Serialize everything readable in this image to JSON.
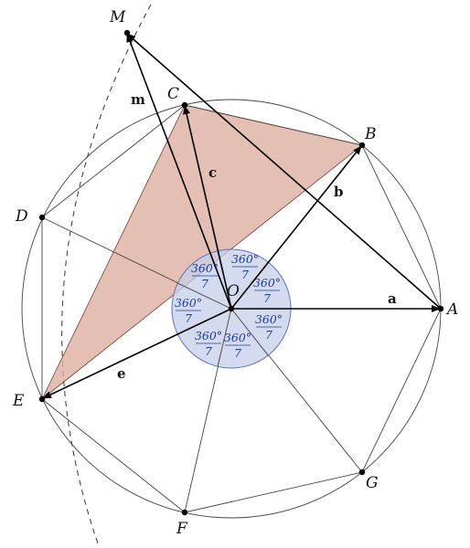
{
  "points": {
    "O": "O",
    "A": "A",
    "B": "B",
    "C": "C",
    "D": "D",
    "E": "E",
    "F": "F",
    "G": "G",
    "M": "M"
  },
  "vectors": {
    "a": "a",
    "b": "b",
    "c": "c",
    "e": "e",
    "m": "m"
  },
  "angle_label": {
    "numerator": "360°",
    "denominator": "7",
    "count": 7
  },
  "colors": {
    "triangle_fill": "#dcb0a0",
    "angle_disc_fill": "#c5cfe9",
    "angle_disc_stroke": "#5a74c4",
    "angle_text": "#1f3c9a",
    "line": "#333333",
    "vector": "#000000"
  }
}
